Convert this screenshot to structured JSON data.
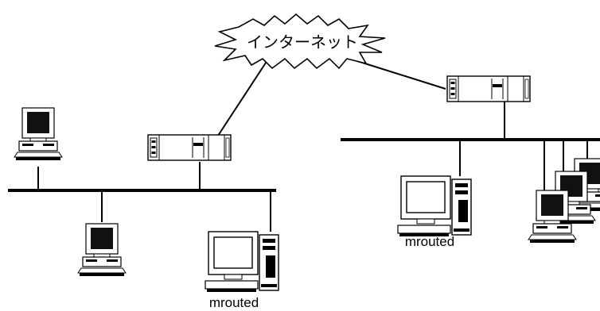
{
  "internet_label": "インターネット",
  "left_network": {
    "router_label": "mrouted"
  },
  "right_network": {
    "router_label": "mrouted"
  },
  "colors": {
    "line": "#000000",
    "screen": "#1a1a1a",
    "body": "#ffffff"
  },
  "icons": [
    "internet-cloud-icon",
    "router-server-icon",
    "desktop-pc-icon",
    "workstation-tower-icon"
  ]
}
